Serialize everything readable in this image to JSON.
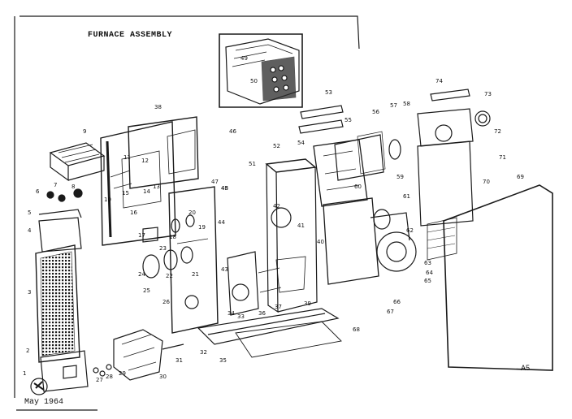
{
  "diagram": {
    "title": "FURNACE ASSEMBLY",
    "date": "May 1964",
    "code": "A5",
    "callouts": [
      "1",
      "2",
      "3",
      "4",
      "5",
      "6",
      "7",
      "8",
      "9",
      "10",
      "11",
      "12",
      "13",
      "14",
      "15",
      "16",
      "17",
      "18",
      "19",
      "20",
      "21",
      "22",
      "23",
      "24",
      "25",
      "26",
      "27",
      "28",
      "29",
      "30",
      "31",
      "32",
      "33",
      "34",
      "35",
      "36",
      "37",
      "38",
      "39",
      "40",
      "41",
      "42",
      "43",
      "44",
      "45",
      "46",
      "47",
      "48",
      "49",
      "50",
      "51",
      "52",
      "53",
      "54",
      "55",
      "56",
      "57",
      "58",
      "59",
      "60",
      "61",
      "62",
      "63",
      "64",
      "65",
      "66",
      "67",
      "68",
      "69",
      "70",
      "71",
      "72",
      "73",
      "74"
    ],
    "colors": {
      "ink": "#1a1a1a",
      "paper": "#ffffff",
      "hatch": "#2a2a2a"
    }
  }
}
